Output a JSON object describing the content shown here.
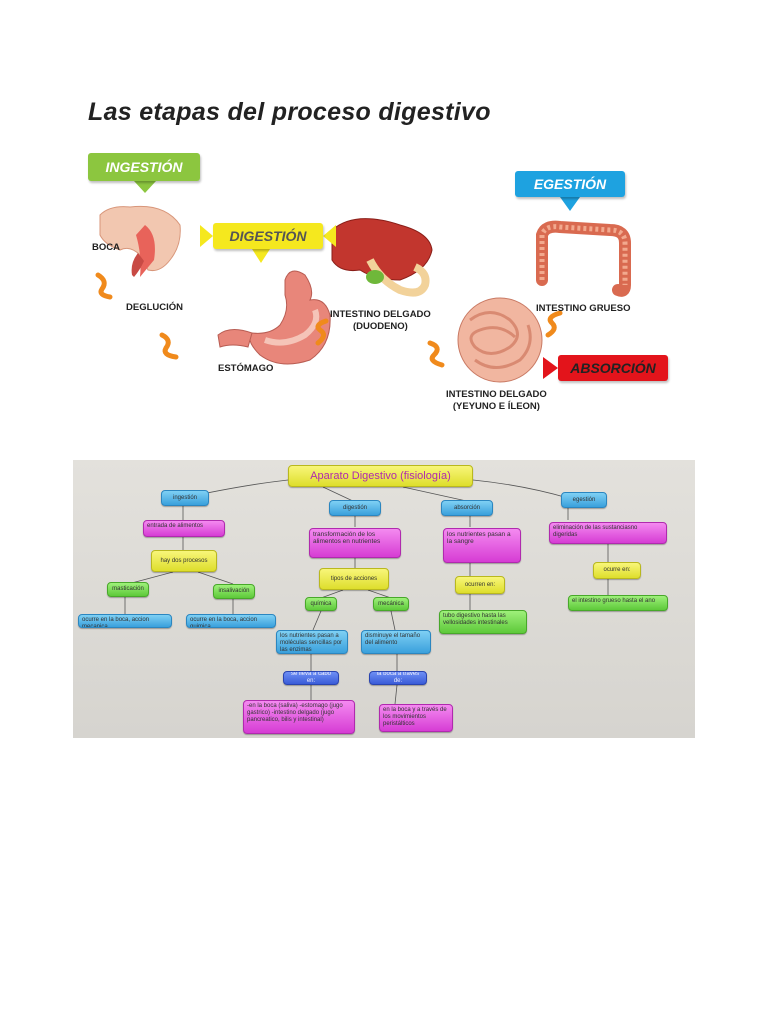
{
  "title": "Las etapas del proceso digestivo",
  "colors": {
    "ingestion": "#8cc63f",
    "digestion": "#f5e81e",
    "egestion": "#1ea2e0",
    "absorption": "#e3141b",
    "arrow": "#f08a1c"
  },
  "stages": {
    "ingestion": "INGESTIÓN",
    "digestion": "DIGESTIÓN",
    "egestion": "EGESTIÓN",
    "absorption": "ABSORCIÓN"
  },
  "organs": {
    "boca": "BOCA",
    "deglucion": "DEGLUCIÓN",
    "estomago": "ESTÓMAGO",
    "duodeno_1": "INTESTINO DELGADO",
    "duodeno_2": "(DUODENO)",
    "yeyuno_1": "INTESTINO DELGADO",
    "yeyuno_2": "(YEYUNO E ÍLEON)",
    "grueso": "INTESTINO GRUESO"
  },
  "map": {
    "root": "Aparato Digestivo (fisiología)",
    "ingestion": "ingestión",
    "digestion": "digestión",
    "absorcion": "absorción",
    "egestion": "egestión",
    "entrada": "entrada de alimentos",
    "dos_procesos": "hay dos procesos",
    "masticacion": "masticación",
    "insalivacion": "insalivación",
    "ocurre_boca1": "ocurre en la boca, accion mecanica",
    "ocurre_boca2": "ocurre en la boca, accion quimica",
    "transformacion": "transformación de los alimentos en nutrientes",
    "tipos": "tipos de acciones",
    "quimica": "química",
    "mecanica": "mecánica",
    "nutrientes_pasan": "los nutrientes pasan a moléculas sencillas por las enzimas",
    "disminuye": "disminuye el tamaño del alimento",
    "se_lleva": "se lleva a cabo en:",
    "la_boca": "la boca a través de:",
    "lista_quimica": "-en la boca (saliva) -estomago (jugo gastrico) -intestino delgado (jugo pancreatico, bilis y intestinal)",
    "lista_mecanica": "en la boca y a través de los movimientos peristálticos",
    "pasan_sangre": "los nutrientes pasan a la sangre",
    "ocurren_en": "ocurren en:",
    "tubo": "tubo digestivo hasta las vellosidades intestinales",
    "eliminacion": "eliminación de las sustanciasno digeridas",
    "ocurre_en": "ocurre en:",
    "grueso_ano": "el intestino grueso hasta el ano"
  }
}
